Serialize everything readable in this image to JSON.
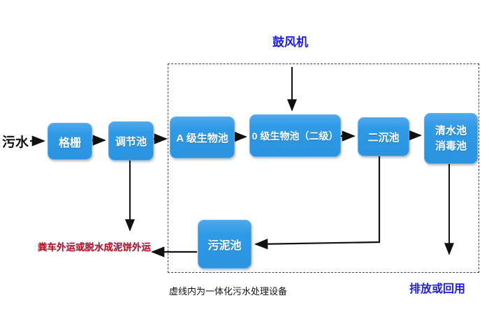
{
  "diagram": {
    "influent_label": "污水",
    "blower_label": "鼓风机",
    "boxes": {
      "grate": "格栅",
      "regulating": "调节池",
      "a_bio": "A 级生物池",
      "o_bio": "0 级生物池（二级）",
      "secondary_sedimentation": "二沉池",
      "clear_water_line1": "清水池",
      "clear_water_line2": "消毒池",
      "sludge": "污泥池"
    },
    "labels": {
      "sludge_disposal": "粪车外运或脱水成泥饼外运",
      "boundary_note": "虚线内为一体化污水处理设备",
      "discharge": "排放或回用"
    },
    "colors": {
      "box_fill": "#2E9AE6",
      "box_highlight": "#4FA8EC",
      "blue_text": "#1C1CEE",
      "red_text": "#C01414",
      "black_text": "#111111",
      "arrow": "#111111",
      "boundary_dash": "#444444",
      "background": "#FFFFFF"
    }
  }
}
